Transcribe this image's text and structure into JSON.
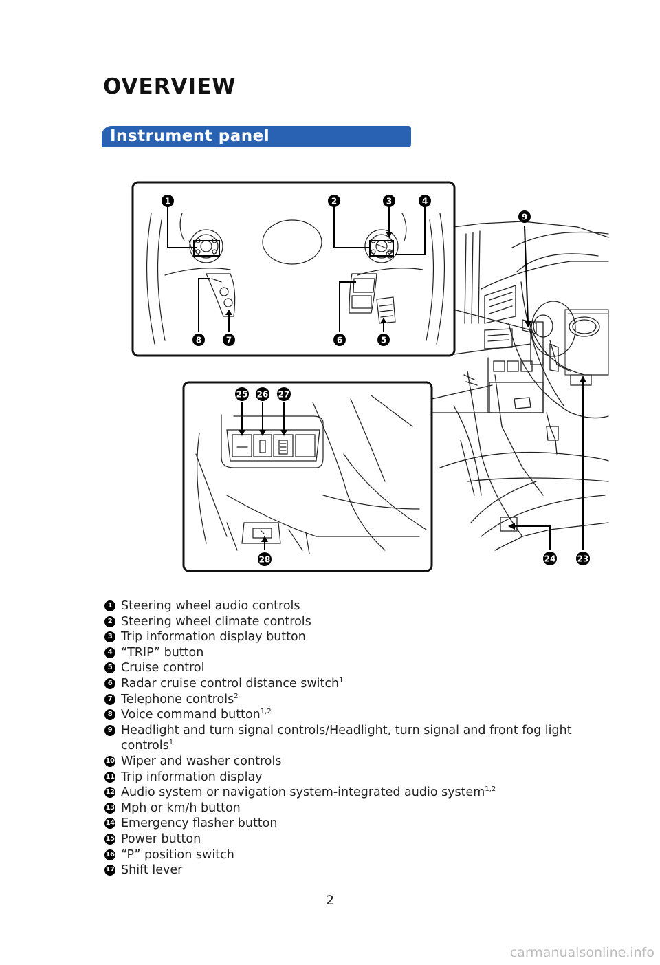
{
  "heading": "OVERVIEW",
  "section_title": "Instrument panel",
  "figure_callouts": [
    "1",
    "2",
    "3",
    "4",
    "5",
    "6",
    "7",
    "8",
    "9",
    "23",
    "24",
    "25",
    "26",
    "27",
    "28"
  ],
  "legend": [
    {
      "num": "1",
      "text": "Steering wheel audio controls",
      "sup": ""
    },
    {
      "num": "2",
      "text": "Steering wheel climate controls",
      "sup": ""
    },
    {
      "num": "3",
      "text": "Trip information display button",
      "sup": ""
    },
    {
      "num": "4",
      "text": "“TRIP” button",
      "sup": ""
    },
    {
      "num": "5",
      "text": "Cruise control",
      "sup": ""
    },
    {
      "num": "6",
      "text": "Radar cruise control distance switch",
      "sup": "1"
    },
    {
      "num": "7",
      "text": "Telephone controls",
      "sup": "2"
    },
    {
      "num": "8",
      "text": "Voice command button",
      "sup": "1,2"
    },
    {
      "num": "9",
      "text": "Headlight and turn signal controls/Headlight, turn signal and front fog light controls",
      "sup": "1"
    },
    {
      "num": "10",
      "text": "Wiper and washer controls",
      "sup": ""
    },
    {
      "num": "11",
      "text": "Trip information display",
      "sup": ""
    },
    {
      "num": "12",
      "text": "Audio system or navigation system-integrated audio system",
      "sup": "1,2"
    },
    {
      "num": "13",
      "text": "Mph or km/h button",
      "sup": ""
    },
    {
      "num": "14",
      "text": "Emergency flasher button",
      "sup": ""
    },
    {
      "num": "15",
      "text": "Power button",
      "sup": ""
    },
    {
      "num": "16",
      "text": "“P” position switch",
      "sup": ""
    },
    {
      "num": "17",
      "text": "Shift lever",
      "sup": ""
    }
  ],
  "page_number": "2",
  "watermark": "carmanualsonline.info"
}
